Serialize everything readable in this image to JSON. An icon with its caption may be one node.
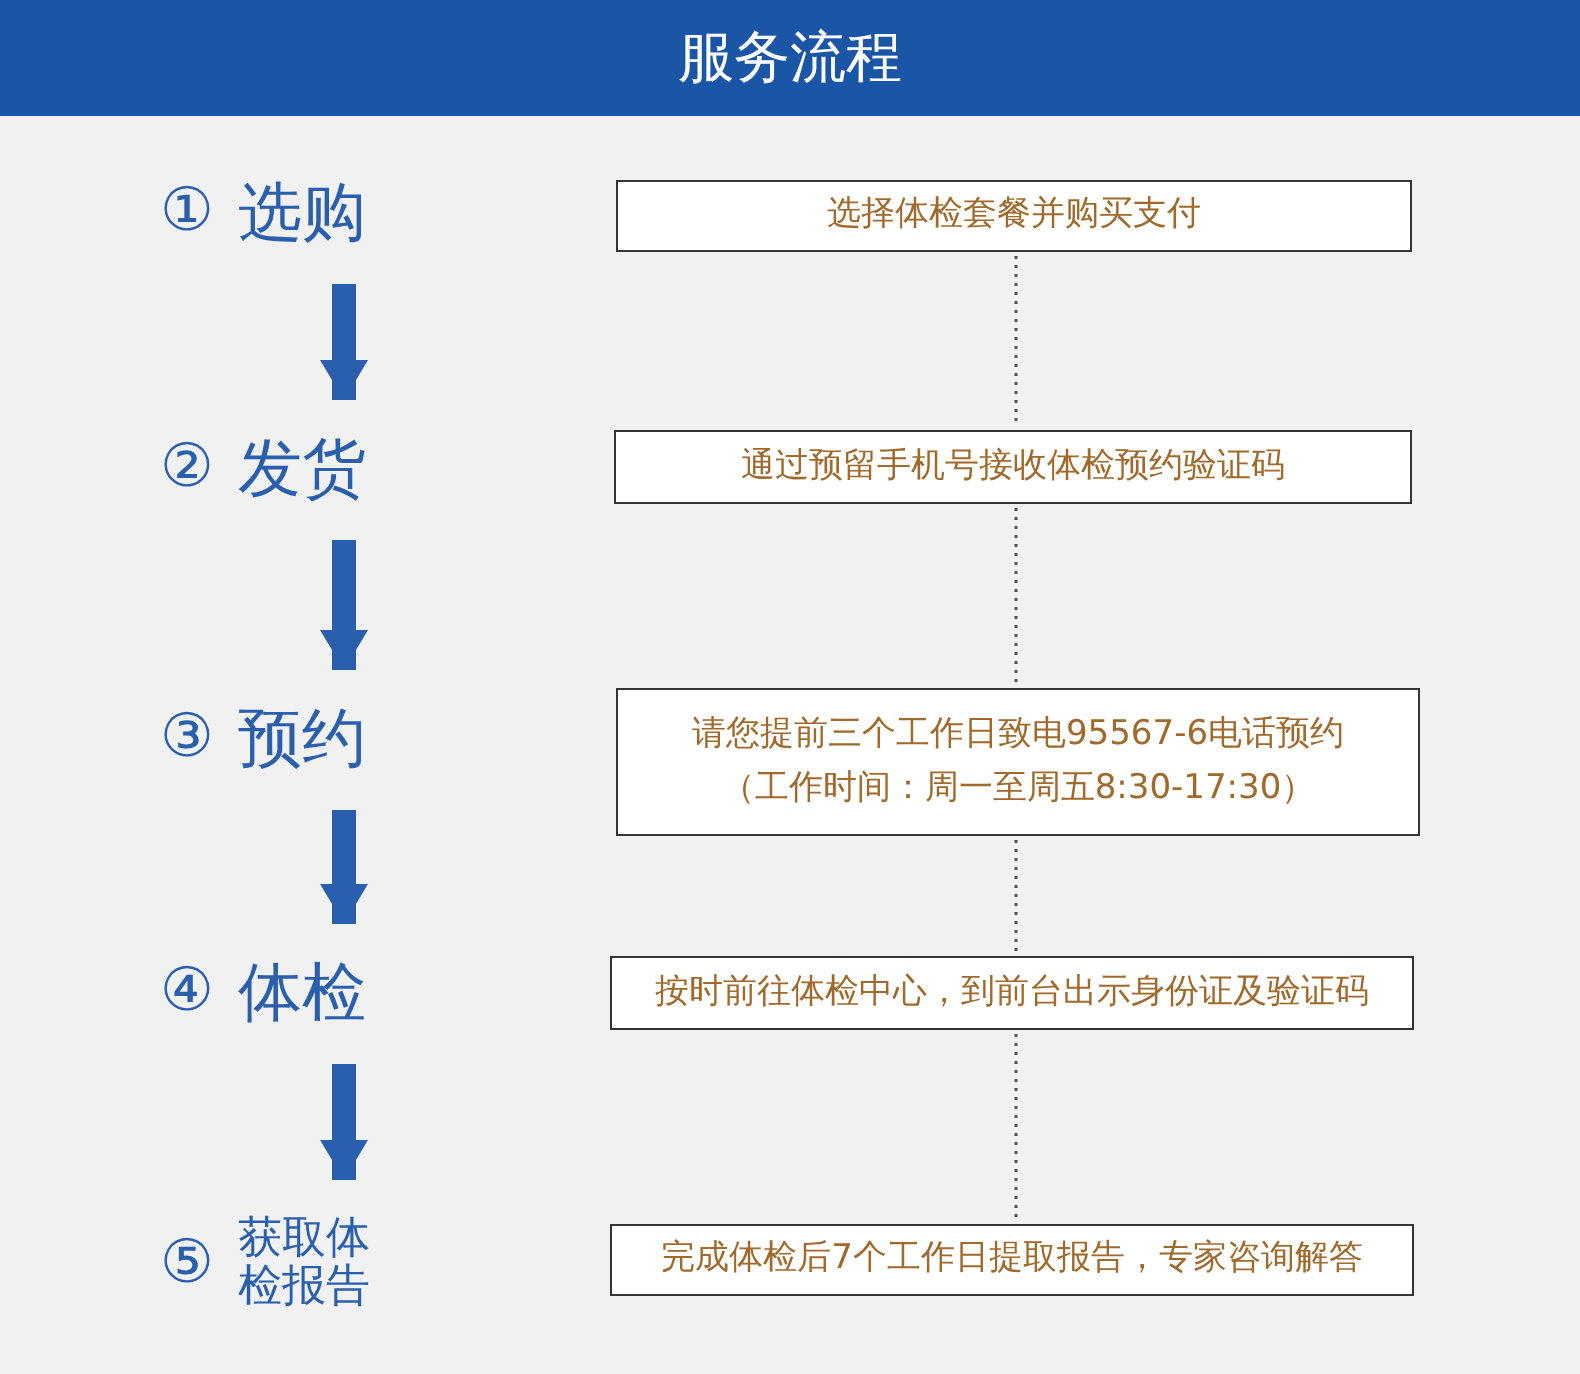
{
  "diagram": {
    "title": "服务流程",
    "nodes": [
      {
        "text": [
          "①",
          "选购"
        ]
      },
      {
        "text": [
          "②",
          "发货"
        ]
      },
      {
        "text": [
          "③",
          "预约"
        ]
      },
      {
        "text": [
          "④",
          "体检"
        ]
      },
      {
        "text": [
          "⑤",
          "获取体检报告"
        ]
      },
      {
        "text": [
          "选择体检套餐并购买支付"
        ]
      },
      {
        "text": [
          "通过预留手机号接收体检预约验证码"
        ]
      },
      {
        "text": [
          "请您提前三个工作日致电95567-6电话预约",
          "（工作时间：周一至周五8:30-17:30）"
        ]
      },
      {
        "text": [
          "按时前往体检中心，到前台出示身份证及验证码"
        ]
      },
      {
        "text": [
          "完成体检后7个工作日提取报告，专家咨询解答"
        ]
      }
    ],
    "edges": [
      {
        "from": 0,
        "to": 1,
        "arrow": "to",
        "style": "thick"
      },
      {
        "from": 1,
        "to": 2,
        "arrow": "to",
        "style": "thick"
      },
      {
        "from": 2,
        "to": 3,
        "arrow": "to",
        "style": "thick"
      },
      {
        "from": 3,
        "to": 4,
        "arrow": "to",
        "style": "thick"
      },
      {
        "from": 5,
        "to": 6,
        "arrow": "none",
        "style": "dashed"
      },
      {
        "from": 6,
        "to": 7,
        "arrow": "none",
        "style": "dashed"
      },
      {
        "from": 7,
        "to": 8,
        "arrow": "none",
        "style": "dashed"
      },
      {
        "from": 8,
        "to": 9,
        "arrow": "none",
        "style": "dashed"
      }
    ]
  }
}
